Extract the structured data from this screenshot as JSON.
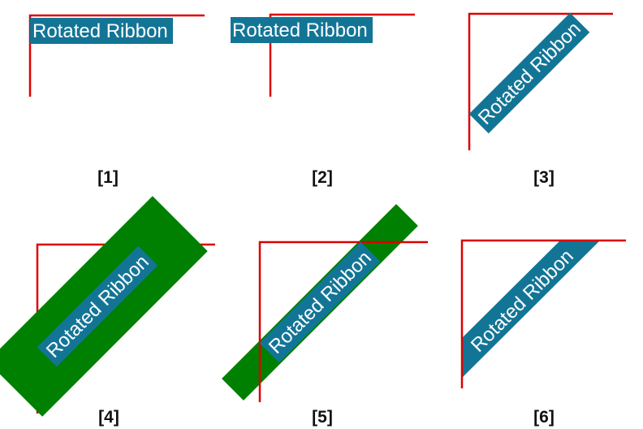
{
  "colors": {
    "corner_lines": "#dd0000",
    "ribbon": "#137596",
    "outer_box": "#008000",
    "text": "#ffffff",
    "caption": "#111111"
  },
  "ribbon_label": "Rotated Ribbon",
  "panels": [
    {
      "caption": "[1]",
      "ribbon_text": "Rotated Ribbon"
    },
    {
      "caption": "[2]",
      "ribbon_text": "Rotated Ribbon"
    },
    {
      "caption": "[3]",
      "ribbon_text": "Rotated Ribbon"
    },
    {
      "caption": "[4]",
      "ribbon_text": "Rotated Ribbon"
    },
    {
      "caption": "[5]",
      "ribbon_text": "Rotated Ribbon"
    },
    {
      "caption": "[6]",
      "ribbon_text": "Rotated Ribbon"
    }
  ]
}
